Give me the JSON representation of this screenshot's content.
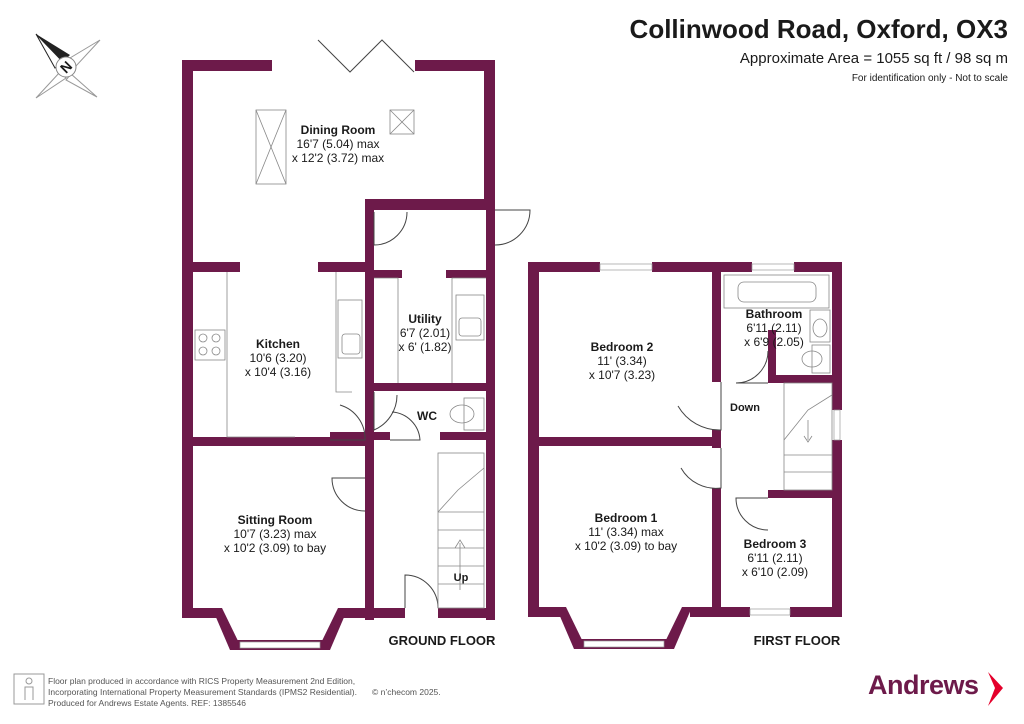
{
  "header": {
    "title": "Collinwood Road, Oxford, OX3",
    "area": "Approximate Area = 1055 sq ft / 98 sq m",
    "note": "For identification only - Not to scale"
  },
  "compass": {
    "label": "N"
  },
  "floors": {
    "ground": "GROUND FLOOR",
    "first": "FIRST FLOOR"
  },
  "rooms": {
    "dining": {
      "name": "Dining Room",
      "dim1": "16'7 (5.04) max",
      "dim2": "x 12'2 (3.72) max"
    },
    "kitchen": {
      "name": "Kitchen",
      "dim1": "10'6 (3.20)",
      "dim2": "x 10'4 (3.16)"
    },
    "utility": {
      "name": "Utility",
      "dim1": "6'7 (2.01)",
      "dim2": "x 6' (1.82)"
    },
    "wc": {
      "name": "WC"
    },
    "sitting": {
      "name": "Sitting Room",
      "dim1": "10'7 (3.23) max",
      "dim2": "x 10'2 (3.09) to bay"
    },
    "bedroom2": {
      "name": "Bedroom 2",
      "dim1": "11' (3.34)",
      "dim2": "x 10'7 (3.23)"
    },
    "bathroom": {
      "name": "Bathroom",
      "dim1": "6'11 (2.11)",
      "dim2": "x 6'9 (2.05)"
    },
    "bedroom1": {
      "name": "Bedroom 1",
      "dim1": "11' (3.34) max",
      "dim2": "x 10'2 (3.09) to bay"
    },
    "bedroom3": {
      "name": "Bedroom 3",
      "dim1": "6'11 (2.11)",
      "dim2": "x 6'10 (2.09)"
    }
  },
  "stairs": {
    "up": "Up",
    "down": "Down"
  },
  "footer": {
    "line1": "Floor plan produced in accordance with RICS Property Measurement 2nd Edition,",
    "line2": "Incorporating International Property Measurement Standards (IPMS2 Residential).",
    "line3": "Produced for Andrews Estate Agents.   REF: 1385546",
    "copyright": "© n’checom 2025."
  },
  "brand": {
    "name": "Andrews"
  },
  "colors": {
    "wall": "#6d1a4a",
    "brand": "#6d1a4a",
    "accent": "#e4002b"
  }
}
